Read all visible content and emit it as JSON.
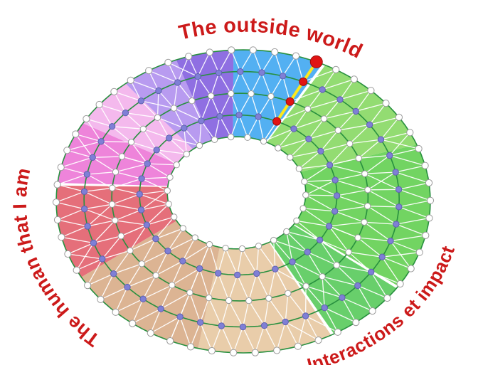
{
  "labels": {
    "top": "The outside world",
    "right": "Interactions et impact",
    "left": "The human that I am"
  },
  "label_color": "#cc1a1a",
  "diagram": {
    "background": "#ffffff",
    "hole": 0.37,
    "sectors": [
      {
        "name": "blue",
        "color": "#53b0f2",
        "start": 267,
        "end": 296
      },
      {
        "name": "green-light",
        "color": "#93dc72",
        "start": 296,
        "end": 338
      },
      {
        "name": "green-mid",
        "color": "#72d462",
        "start": 338,
        "end": 395
      },
      {
        "name": "green-dark",
        "color": "#68cf6b",
        "start": 395,
        "end": 422
      },
      {
        "name": "tan-light",
        "color": "#e9cdaa",
        "start": 62,
        "end": 104
      },
      {
        "name": "tan-dark",
        "color": "#dcb493",
        "start": 104,
        "end": 150
      },
      {
        "name": "red",
        "color": "#e56f7a",
        "start": 150,
        "end": 187
      },
      {
        "name": "pink",
        "color": "#ee84da",
        "start": 187,
        "end": 211
      },
      {
        "name": "pink-light",
        "color": "#f4b9ed",
        "start": 211,
        "end": 231
      },
      {
        "name": "violet",
        "color": "#b89bf0",
        "start": 231,
        "end": 249
      },
      {
        "name": "purple",
        "color": "#8f6fe2",
        "start": 249,
        "end": 267
      }
    ],
    "rings": [
      {
        "fraction": 0.37,
        "count": 26,
        "node_color": "#ffffff"
      },
      {
        "fraction": 0.5275,
        "count": 32,
        "node_color": "#7f7fd6"
      },
      {
        "fraction": 0.685,
        "count": 40,
        "node_color": "#ffffff"
      },
      {
        "fraction": 0.8425,
        "count": 46,
        "node_color": "#7f7fd6"
      },
      {
        "fraction": 1.0,
        "count": 54,
        "node_color": "#ffffff"
      }
    ],
    "ring_stroke": "#28903f",
    "mesh_color": "rgba(255,255,255,0.95)",
    "highlight": {
      "angle": 293,
      "line_color": "#ffe81a",
      "node_color": "#e01414",
      "rings": [
        1,
        2,
        3
      ],
      "tip_ring": 4
    }
  }
}
